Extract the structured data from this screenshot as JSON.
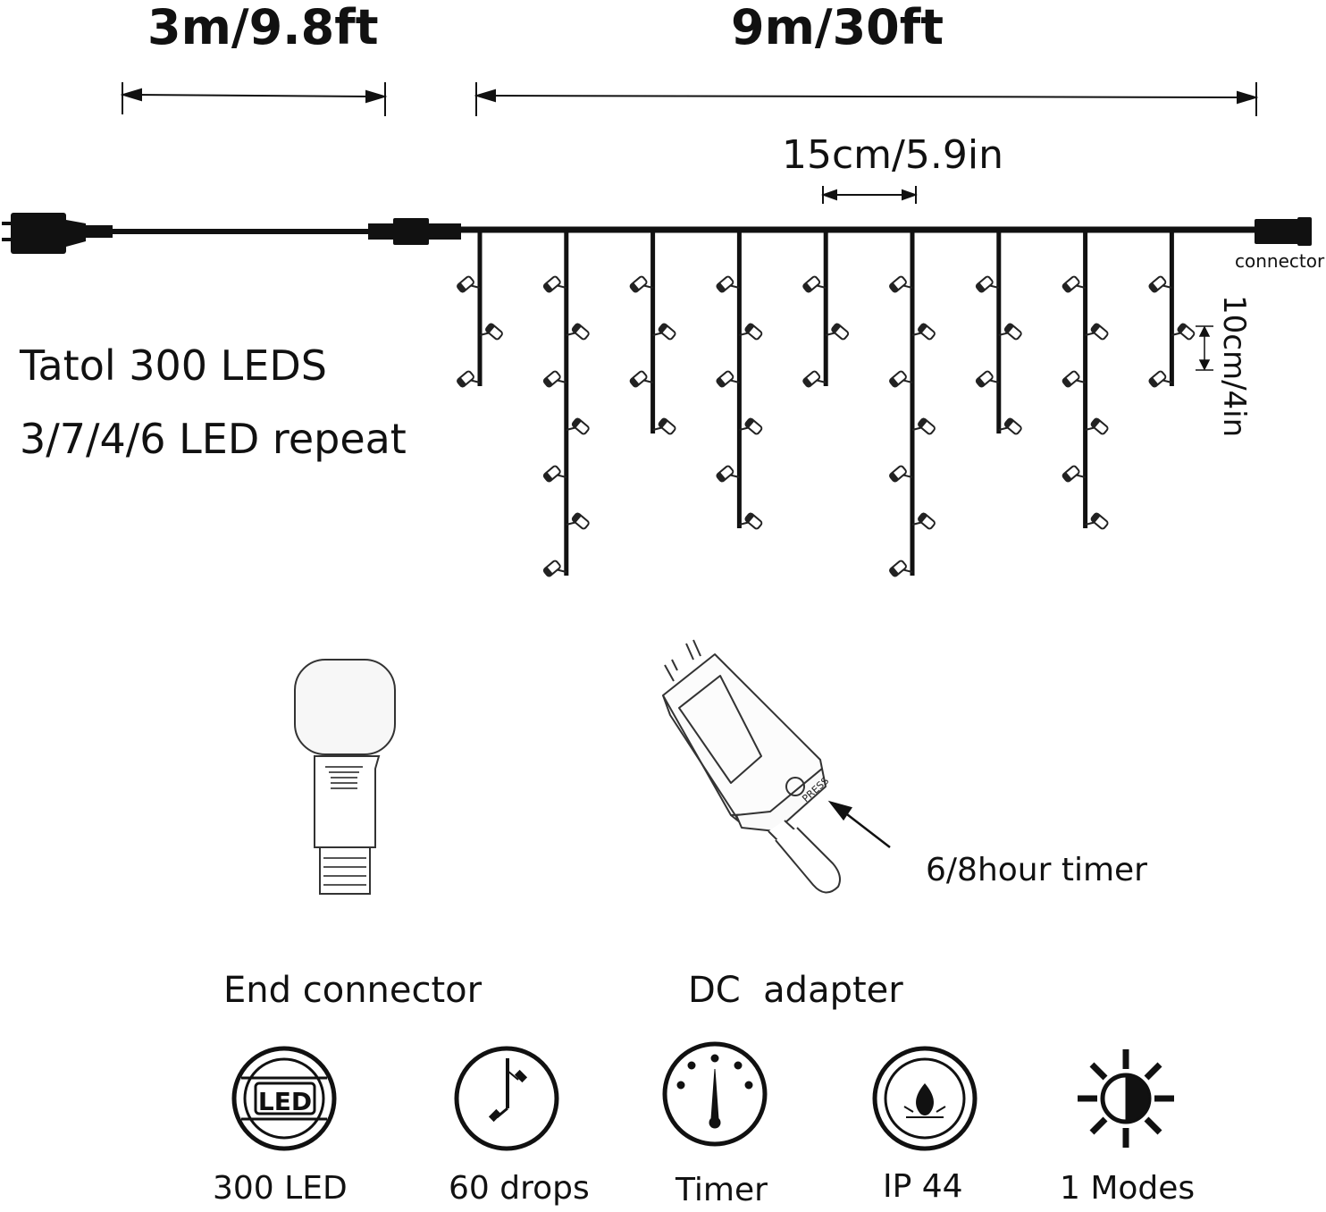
{
  "dimensions": {
    "lead_cable": "3m/9.8ft",
    "light_length": "9m/30ft",
    "drop_spacing": "15cm/5.9in",
    "bulb_spacing": "10cm/4in"
  },
  "connector_label": "connector",
  "product": {
    "line1": "Tatol 300 LEDS",
    "line2": "3/7/4/6 LED repeat"
  },
  "drop_pattern": [
    3,
    7,
    4,
    6
  ],
  "drop_count_shown": 9,
  "adapter": {
    "press_label": "PRESS",
    "timer_label": "6/8hour timer"
  },
  "components": {
    "end_connector": "End connector",
    "dc_adapter": "DC  adapter"
  },
  "features": [
    {
      "icon": "led-icon",
      "icon_text": "LED",
      "label": "300 LED"
    },
    {
      "icon": "drops-icon",
      "label": "60 drops"
    },
    {
      "icon": "timer-icon",
      "label": "Timer"
    },
    {
      "icon": "ip44-icon",
      "label": "IP 44"
    },
    {
      "icon": "sun-icon",
      "label": "1 Modes"
    }
  ],
  "colors": {
    "ink": "#111111",
    "background": "#ffffff"
  }
}
